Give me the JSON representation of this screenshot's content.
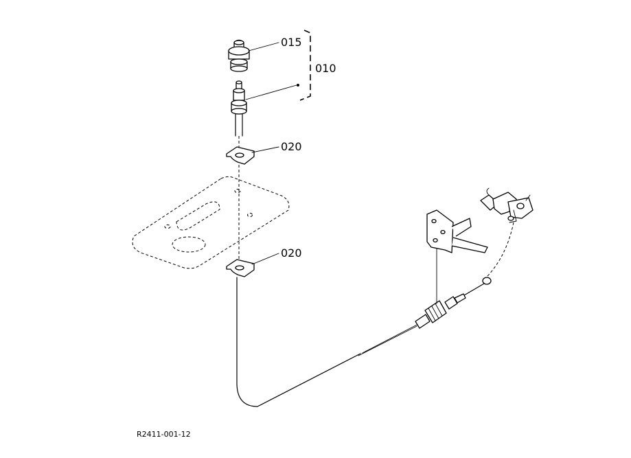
{
  "diagram": {
    "callouts": [
      {
        "id": "015",
        "text": "015"
      },
      {
        "id": "010",
        "text": "010"
      },
      {
        "id": "020a",
        "text": "020"
      },
      {
        "id": "020b",
        "text": "020"
      }
    ],
    "figure_code": "R2411-001-12"
  }
}
